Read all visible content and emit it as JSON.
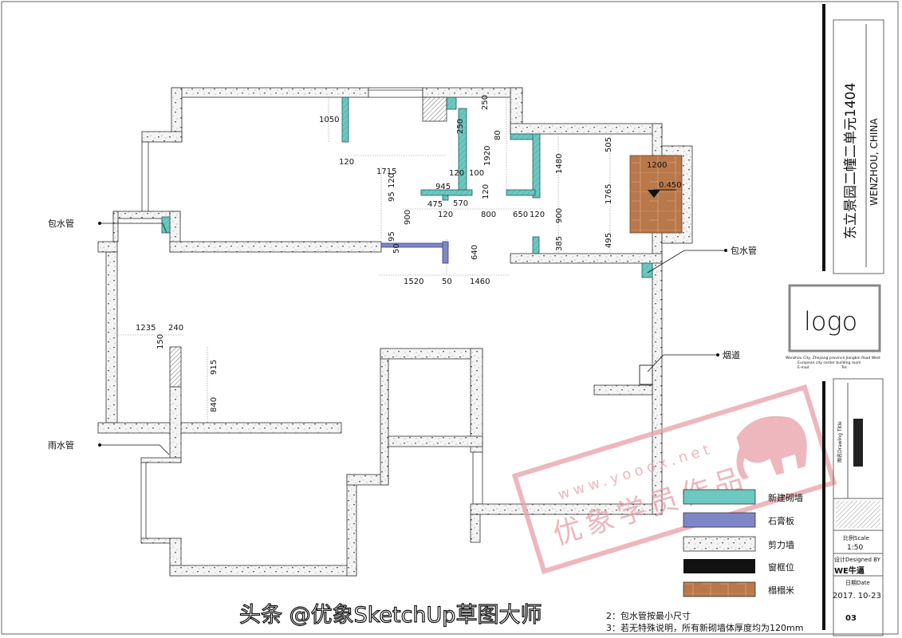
{
  "colors": {
    "new_wall": "#6cc8c0",
    "gypsum": "#7f86c8",
    "shear_wall": "#f4f4f4",
    "window_frame": "#111111",
    "tatami": "#b8784a",
    "watermark": "#e8a0a8"
  },
  "callouts": {
    "pipe_left": "包水管",
    "pipe_right": "包水管",
    "rain_pipe": "雨水管",
    "flue": "烟道"
  },
  "dims": [
    "1050",
    "120",
    "1715",
    "120",
    "100",
    "945",
    "120",
    "95",
    "475",
    "570",
    "120",
    "800",
    "650",
    "120",
    "900",
    "95",
    "50",
    "640",
    "1520",
    "50",
    "1460",
    "250",
    "250",
    "1920",
    "80",
    "1480",
    "120",
    "900",
    "385",
    "505",
    "1765",
    "495",
    "1200",
    "0.450",
    "1235",
    "240",
    "150",
    "915",
    "840"
  ],
  "legend": [
    {
      "label": "新建砌墙",
      "swatch": "new-wall"
    },
    {
      "label": "石膏板",
      "swatch": "gypsum"
    },
    {
      "label": "剪力墙",
      "swatch": "shear-wall"
    },
    {
      "label": "窗框位",
      "swatch": "window-frame"
    },
    {
      "label": "榻榻米",
      "swatch": "tatami"
    }
  ],
  "notes": [
    "2：包水管按最小尺寸",
    "3：若无特殊说明，所有新砌墙体厚度均为120mm"
  ],
  "title_block": {
    "project": "东立景园二幢二单元1404",
    "location": "WENZHOU, CHINA",
    "logo": "logo",
    "address_1": "Wenzhou City, Zhejiang province Jiangbin Road West",
    "address_2": "European city center building room",
    "email_label": "E-mail:",
    "tel_label": "Tel:",
    "drawing_title_label": "图名Drawing Title",
    "scale_label": "比例Scale",
    "scale": "1:50",
    "designed_label": "设计Designed BY",
    "designer": "WE牛逼",
    "date_label": "日期Date",
    "date": "2017. 10-23",
    "sheet": "03"
  },
  "watermark": {
    "url": "www.yooox.net",
    "text": "优象学员作品",
    "overlay": "头条 @优象SketchUp草图大师"
  }
}
